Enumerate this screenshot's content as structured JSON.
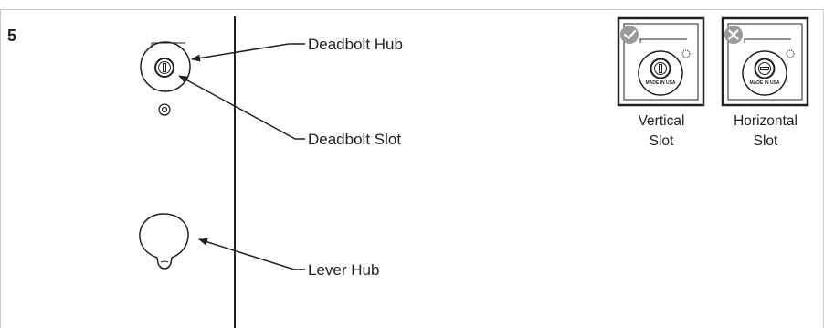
{
  "step_number": "5",
  "callouts": {
    "deadbolt_hub": "Deadbolt Hub",
    "deadbolt_slot": "Deadbolt Slot",
    "lever_hub": "Lever Hub"
  },
  "examples": [
    {
      "line1": "Vertical",
      "line2": "Slot",
      "marker": "check-icon",
      "status": "correct"
    },
    {
      "line1": "Horizontal",
      "line2": "Slot",
      "marker": "x-icon",
      "status": "incorrect"
    }
  ],
  "stamp_text": "MADE IN USA",
  "colors": {
    "ink": "#231f20",
    "border": "#c8c8c8",
    "marker": "#9a9a9a"
  }
}
